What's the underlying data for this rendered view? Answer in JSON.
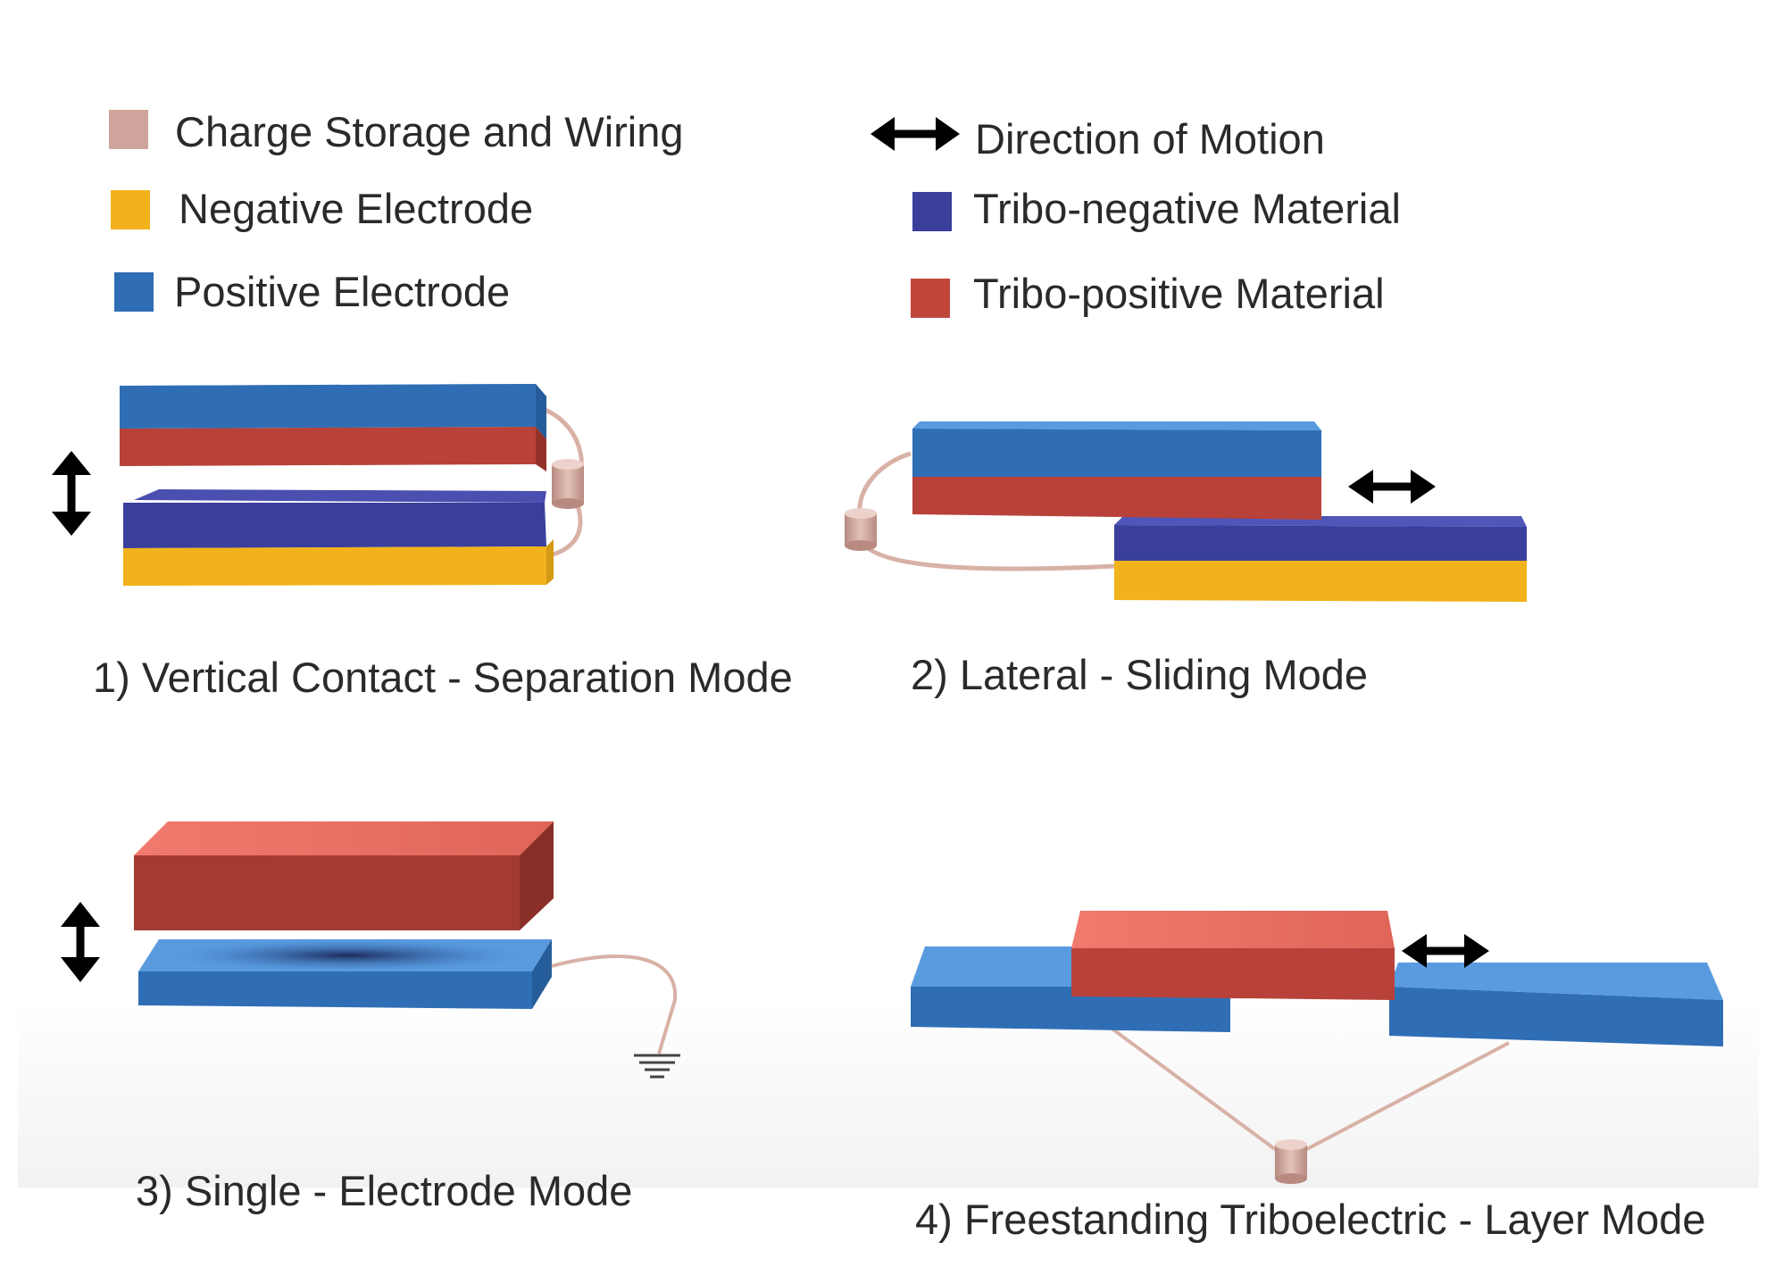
{
  "legend": {
    "items": [
      {
        "label": "Charge Storage  and Wiring",
        "color": "#cfa49a",
        "icon": "charge-storage-swatch"
      },
      {
        "label": "Negative Electrode",
        "color": "#f2b21b",
        "icon": "negative-electrode-swatch"
      },
      {
        "label": "Positive Electrode",
        "color": "#2f6eb5",
        "icon": "positive-electrode-swatch"
      },
      {
        "label": "Direction of Motion",
        "color": "#000000",
        "icon": "double-arrow-icon"
      },
      {
        "label": "Tribo-negative Material",
        "color": "#3a3f9c",
        "icon": "tribo-negative-swatch"
      },
      {
        "label": "Tribo-positive Material",
        "color": "#c0463c",
        "icon": "tribo-positive-swatch"
      }
    ]
  },
  "modes": [
    {
      "caption": "1) Vertical Contact - Separation Mode"
    },
    {
      "caption": "2) Lateral - Sliding Mode"
    },
    {
      "caption": "3) Single - Electrode Mode"
    },
    {
      "caption": "4) Freestanding Triboelectric - Layer Mode"
    }
  ],
  "colors": {
    "positive_electrode": "#2f6eb5",
    "negative_electrode": "#f2b21b",
    "tribo_negative": "#3a3f9c",
    "tribo_positive": "#c0463c",
    "wire": "#d8b1a6"
  }
}
